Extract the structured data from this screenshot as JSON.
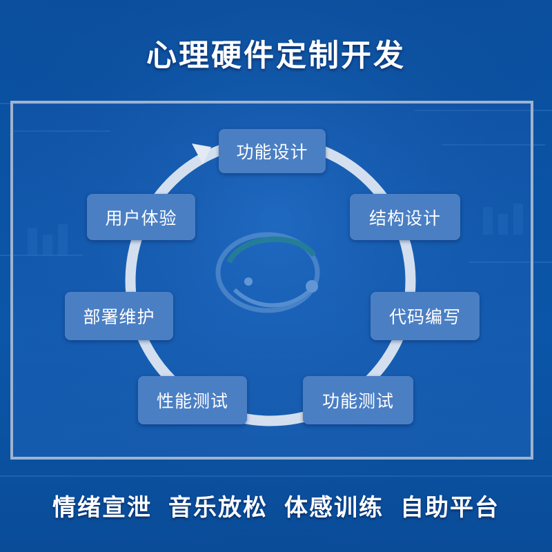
{
  "title": "心理硬件定制开发",
  "cycle_steps": [
    "功能设计",
    "结构设计",
    "代码编写",
    "功能测试",
    "性能测试",
    "部署维护",
    "用户体验"
  ],
  "footer_items": [
    "情绪宣泄",
    "音乐放松",
    "体感训练",
    "自助平台"
  ],
  "colors": {
    "background": "#0b52a3",
    "node_fill": "#4b7fc4",
    "ring": "#e4eaf4",
    "frame_border": "#9fb3cf",
    "text": "#ffffff"
  },
  "icons": {
    "center_logo": "brain-logo-icon",
    "cycle_arrow": "arrow-head-icon"
  }
}
